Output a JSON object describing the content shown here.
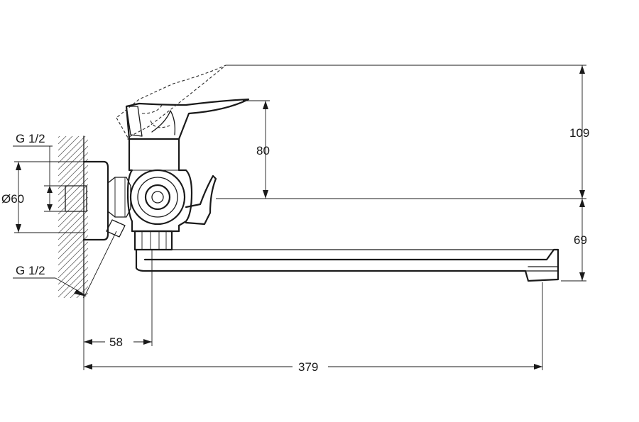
{
  "labels": {
    "thread_top": "G 1/2",
    "thread_bottom": "G 1/2",
    "diameter": "Ø60",
    "dim_80": "80",
    "dim_109": "109",
    "dim_69": "69",
    "dim_58": "58",
    "dim_379": "379"
  }
}
